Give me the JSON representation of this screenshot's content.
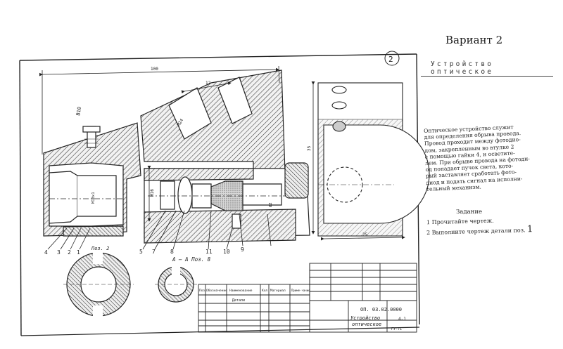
{
  "variant": {
    "label": "Вариант 2"
  },
  "sheet_number": "2",
  "title": {
    "line1": "Устройство",
    "line2": "оптическое"
  },
  "description": {
    "lines": [
      "Оптическое устройство служит",
      "для определения обрыва провода.",
      "Провод проходит между фотодио-",
      "дом, закрепленным во втулке 2",
      "с помощью гайки 4, и осветите-",
      "лем. При обрыве провода на фотоди-",
      "од попадает пучок света, кото-",
      "рый заставляет сработать фото-",
      "диод и подать сигнал на исполни-",
      "тельный механизм."
    ]
  },
  "task": {
    "heading": "Задание",
    "items": [
      {
        "num": "1",
        "text": "Прочитайте чертеж."
      },
      {
        "num": "2",
        "text": "Выполните чертеж детали поз.",
        "pos": "1"
      }
    ]
  },
  "drawing": {
    "dim_overall": "100",
    "dim_top": "12",
    "dim_thread": "M24",
    "dim_thread2": "M16",
    "dim_side_h": "35",
    "dim_side_w": "25",
    "dim_small": "М18х1",
    "dim_d": "Ø2",
    "leaders": [
      "4",
      "3",
      "2",
      "1",
      "5",
      "7",
      "8",
      "11",
      "10",
      "9"
    ],
    "pos2_label": "Поз. 2",
    "section_label": "А – А  Поз. 8",
    "bolt_label": "В10"
  },
  "titleblock": {
    "headers": [
      "Поз.",
      "Обозначение",
      "Наименование",
      "Кол",
      "Материал",
      "Приме-чание"
    ],
    "section": "Детали",
    "doc_code": "ОП. 03.02.0000",
    "name1": "Устройство",
    "name2": "оптическое",
    "sheet": "4-1",
    "group": "ГУ-71"
  }
}
